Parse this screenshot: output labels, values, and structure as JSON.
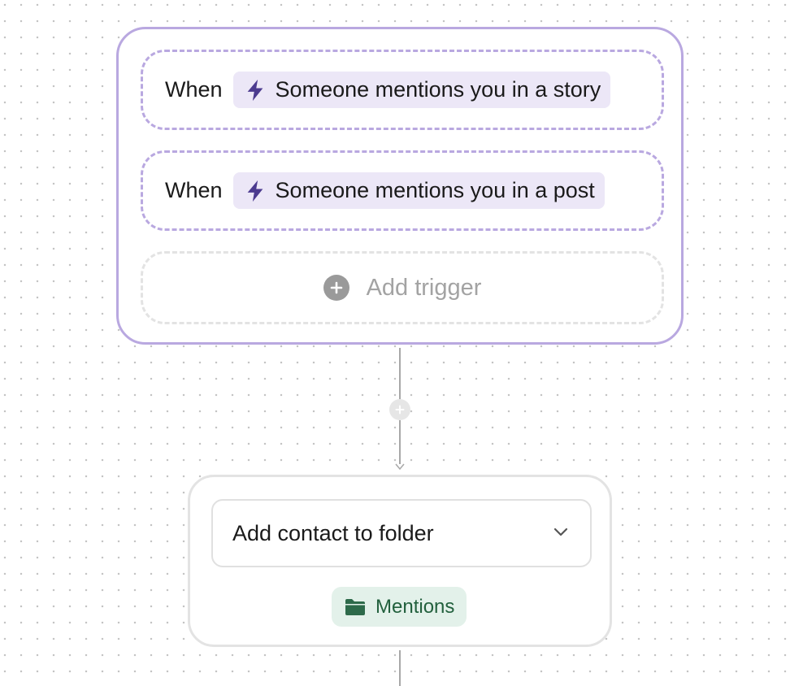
{
  "triggers": [
    {
      "prefix": "When",
      "label": "Someone mentions you in a story"
    },
    {
      "prefix": "When",
      "label": "Someone mentions you in a post"
    }
  ],
  "add_trigger": {
    "label": "Add trigger"
  },
  "action": {
    "selected": "Add contact to folder",
    "folder": "Mentions"
  },
  "colors": {
    "trigger_border": "#b9a8e0",
    "trigger_chip_bg": "#ece7f7",
    "bolt_icon": "#4b3a8f",
    "folder_chip_bg": "#e3f1ea",
    "folder_icon": "#2d6a4a",
    "folder_text": "#22603d"
  },
  "icons": {
    "trigger": "lightning-bolt-icon",
    "add": "plus-circle-icon",
    "dropdown": "chevron-down-icon",
    "folder": "folder-icon"
  }
}
